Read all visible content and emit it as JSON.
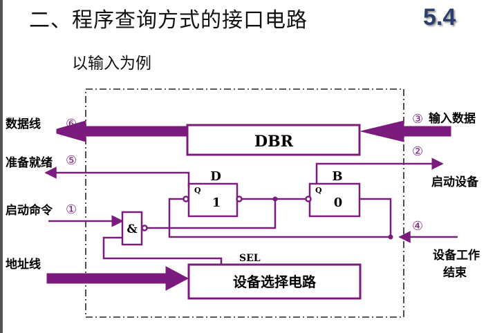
{
  "slide": {
    "title": "二、程序查询方式的接口电路",
    "section_number": "5.4",
    "subtitle": "以输入为例"
  },
  "colors": {
    "signal": "#7b1b7e",
    "box": "#7b1b7e",
    "frame": "#222222"
  },
  "diagram": {
    "dbr_label": "DBR",
    "d_flag": {
      "name": "D",
      "value": "1",
      "q_label": "Q"
    },
    "b_flag": {
      "name": "B",
      "value": "0",
      "q_label": "Q"
    },
    "and_gate": "&",
    "sel_label": "SEL",
    "select_circuit": "设备选择电路"
  },
  "left_signals": {
    "data_line": "数据线",
    "data_line_num": "⑥",
    "ready": "准备就绪",
    "ready_num": "⑤",
    "start_cmd": "启动命令",
    "start_cmd_num": "①",
    "address_line": "地址线"
  },
  "right_signals": {
    "input_data": "输入数据",
    "input_data_num": "③",
    "start_device": "启动设备",
    "start_device_num": "②",
    "device_done_1": "设备工作",
    "device_done_2": "结束",
    "device_done_num": "④"
  }
}
